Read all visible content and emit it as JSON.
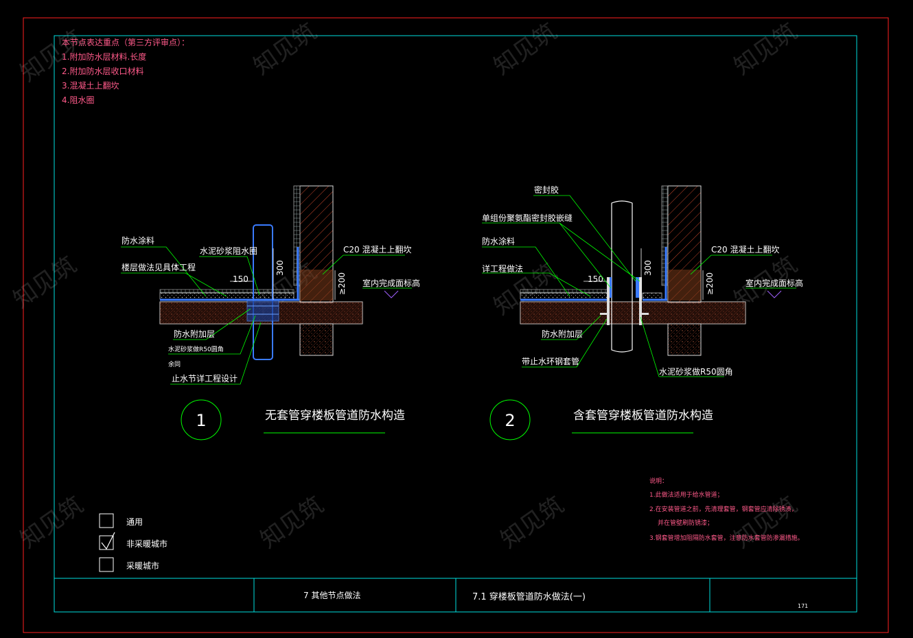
{
  "notes": {
    "heading": "本节点表达重点（第三方评审点）：",
    "items": [
      "1.附加防水层材料.长度",
      "2.附加防水层收口材料",
      "3.混凝土上翻坎",
      "4.阻水圈"
    ]
  },
  "detail1": {
    "number": "1",
    "title": "无套管穿楼板管道防水构造",
    "labels": {
      "coating": "防水涂料",
      "floor": "楼层做法见具体工程",
      "mortar_ring": "水泥砂浆阻水圈",
      "upturn": "C20 混凝土上翻坎",
      "finish": "室内完成面标高",
      "extra_layer": "防水附加层",
      "chamfer": "水泥砂浆做R50圆角",
      "extra": "余同",
      "stop_ring": "止水节详工程设计"
    },
    "dims": {
      "d150": "150",
      "d300": "300",
      "d200": "≥200"
    }
  },
  "detail2": {
    "number": "2",
    "title": "含套管穿楼板管道防水构造",
    "labels": {
      "sealant": "密封胶",
      "pu_sealant": "单组份聚氨酯密封胶嵌缝",
      "coating": "防水涂料",
      "detail_ref": "详工程做法",
      "upturn": "C20 混凝土上翻坎",
      "finish": "室内完成面标高",
      "extra_layer": "防水附加层",
      "sleeve": "带止水环钢套管",
      "chamfer": "水泥砂浆做R50圆角"
    },
    "dims": {
      "d150": "150",
      "d300": "300",
      "d200": "≥200"
    }
  },
  "explanation": {
    "heading": "说明：",
    "items": [
      "1.此做法适用于给水管道；",
      "2.在安装管道之前，先清理套管，钢套管应清除锈渍，",
      "并在管壁刷防锈漆；",
      "3.钢套管增加阻隔防水套管，注意防水套管防渗漏措施。"
    ]
  },
  "legend": {
    "items": [
      {
        "label": "通用",
        "checked": false
      },
      {
        "label": "非采暖城市",
        "checked": true
      },
      {
        "label": "采暖城市",
        "checked": false
      }
    ]
  },
  "titleblock": {
    "section": "7  其他节点做法",
    "subsection": "7.1  穿楼板管道防水做法(一)",
    "page": "171"
  },
  "watermark": "知见筑",
  "colors": {
    "background": "#000000",
    "outer_frame": "#ff2020",
    "inner_frame": "#00e0e0",
    "annotation": "#ffffff",
    "note_text": "#ff5a8a",
    "leader": "#00ff00",
    "waterproof": "#3a7bff",
    "concrete_hatch": "#ff5a3a"
  }
}
